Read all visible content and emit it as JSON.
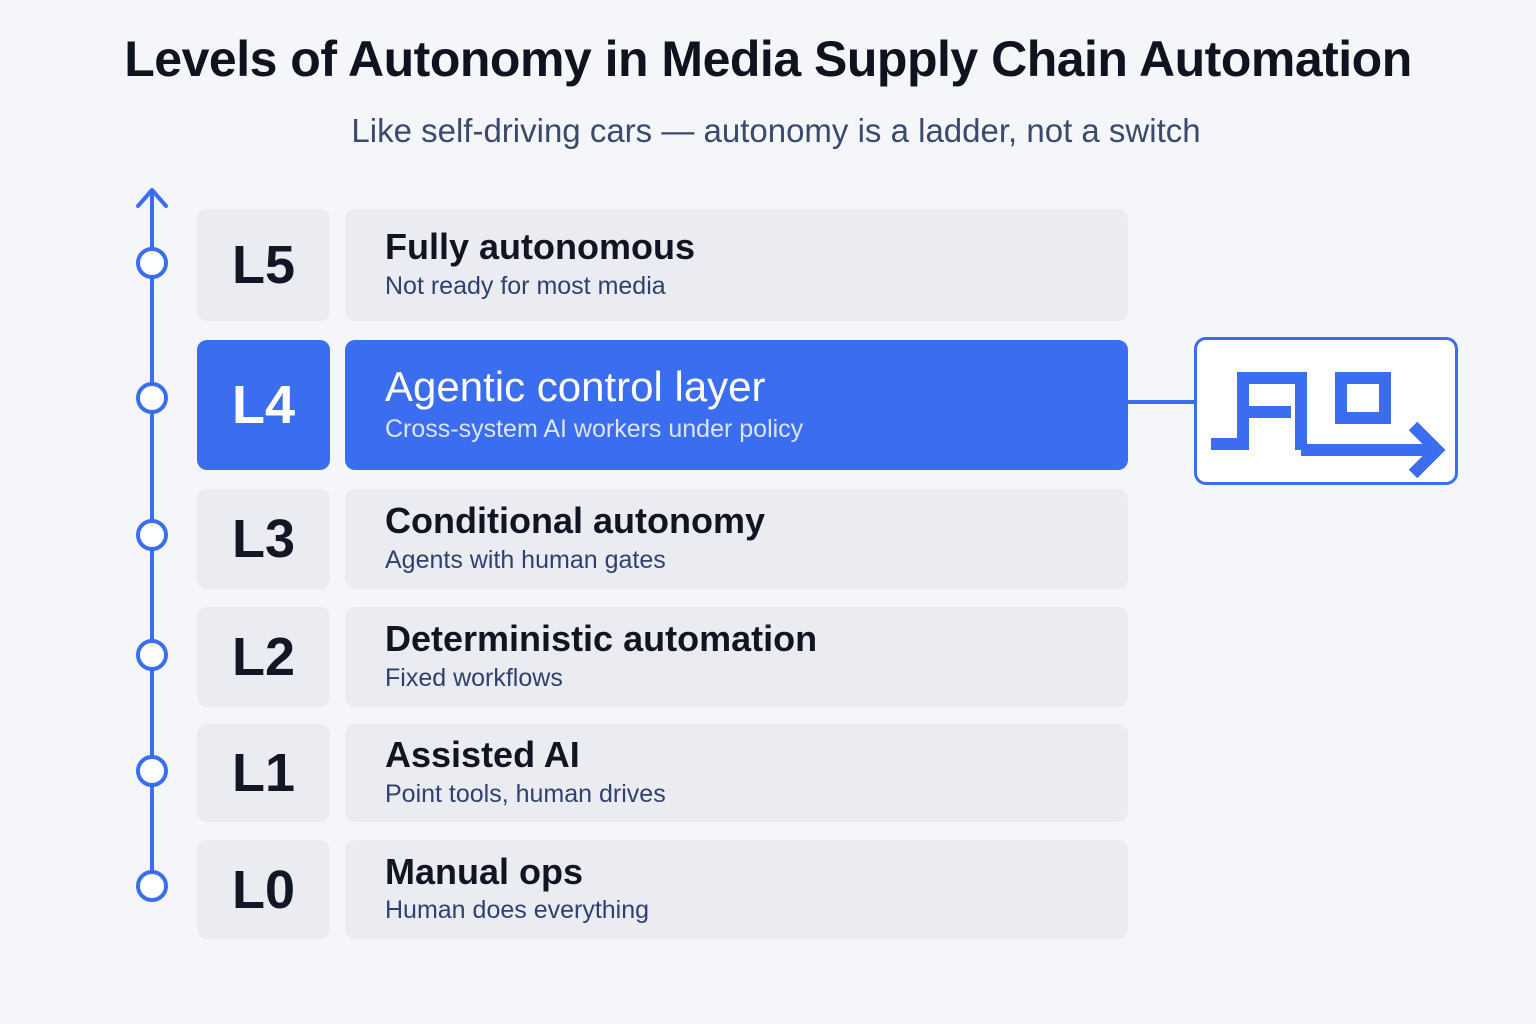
{
  "title": "Levels of Autonomy in Media Supply Chain Automation",
  "subtitle": "Like self-driving cars — autonomy is a ladder, not a switch",
  "colors": {
    "accent": "#3a6df0",
    "card_bg": "#ebecf2",
    "page_bg": "#f5f6f9"
  },
  "levels": [
    {
      "code": "L5",
      "title": "Fully autonomous",
      "description": "Not ready for most media",
      "highlighted": false
    },
    {
      "code": "L4",
      "title": "Agentic control layer",
      "description": "Cross-system AI workers under policy",
      "highlighted": true
    },
    {
      "code": "L3",
      "title": "Conditional autonomy",
      "description": "Agents with human gates",
      "highlighted": false
    },
    {
      "code": "L2",
      "title": "Deterministic automation",
      "description": "Fixed workflows",
      "highlighted": false
    },
    {
      "code": "L1",
      "title": "Assisted AI",
      "description": "Point tools, human drives",
      "highlighted": false
    },
    {
      "code": "L0",
      "title": "Manual ops",
      "description": "Human does everything",
      "highlighted": false
    }
  ],
  "logo": {
    "text": "FLO",
    "icon": "flo-logo-arrow"
  }
}
